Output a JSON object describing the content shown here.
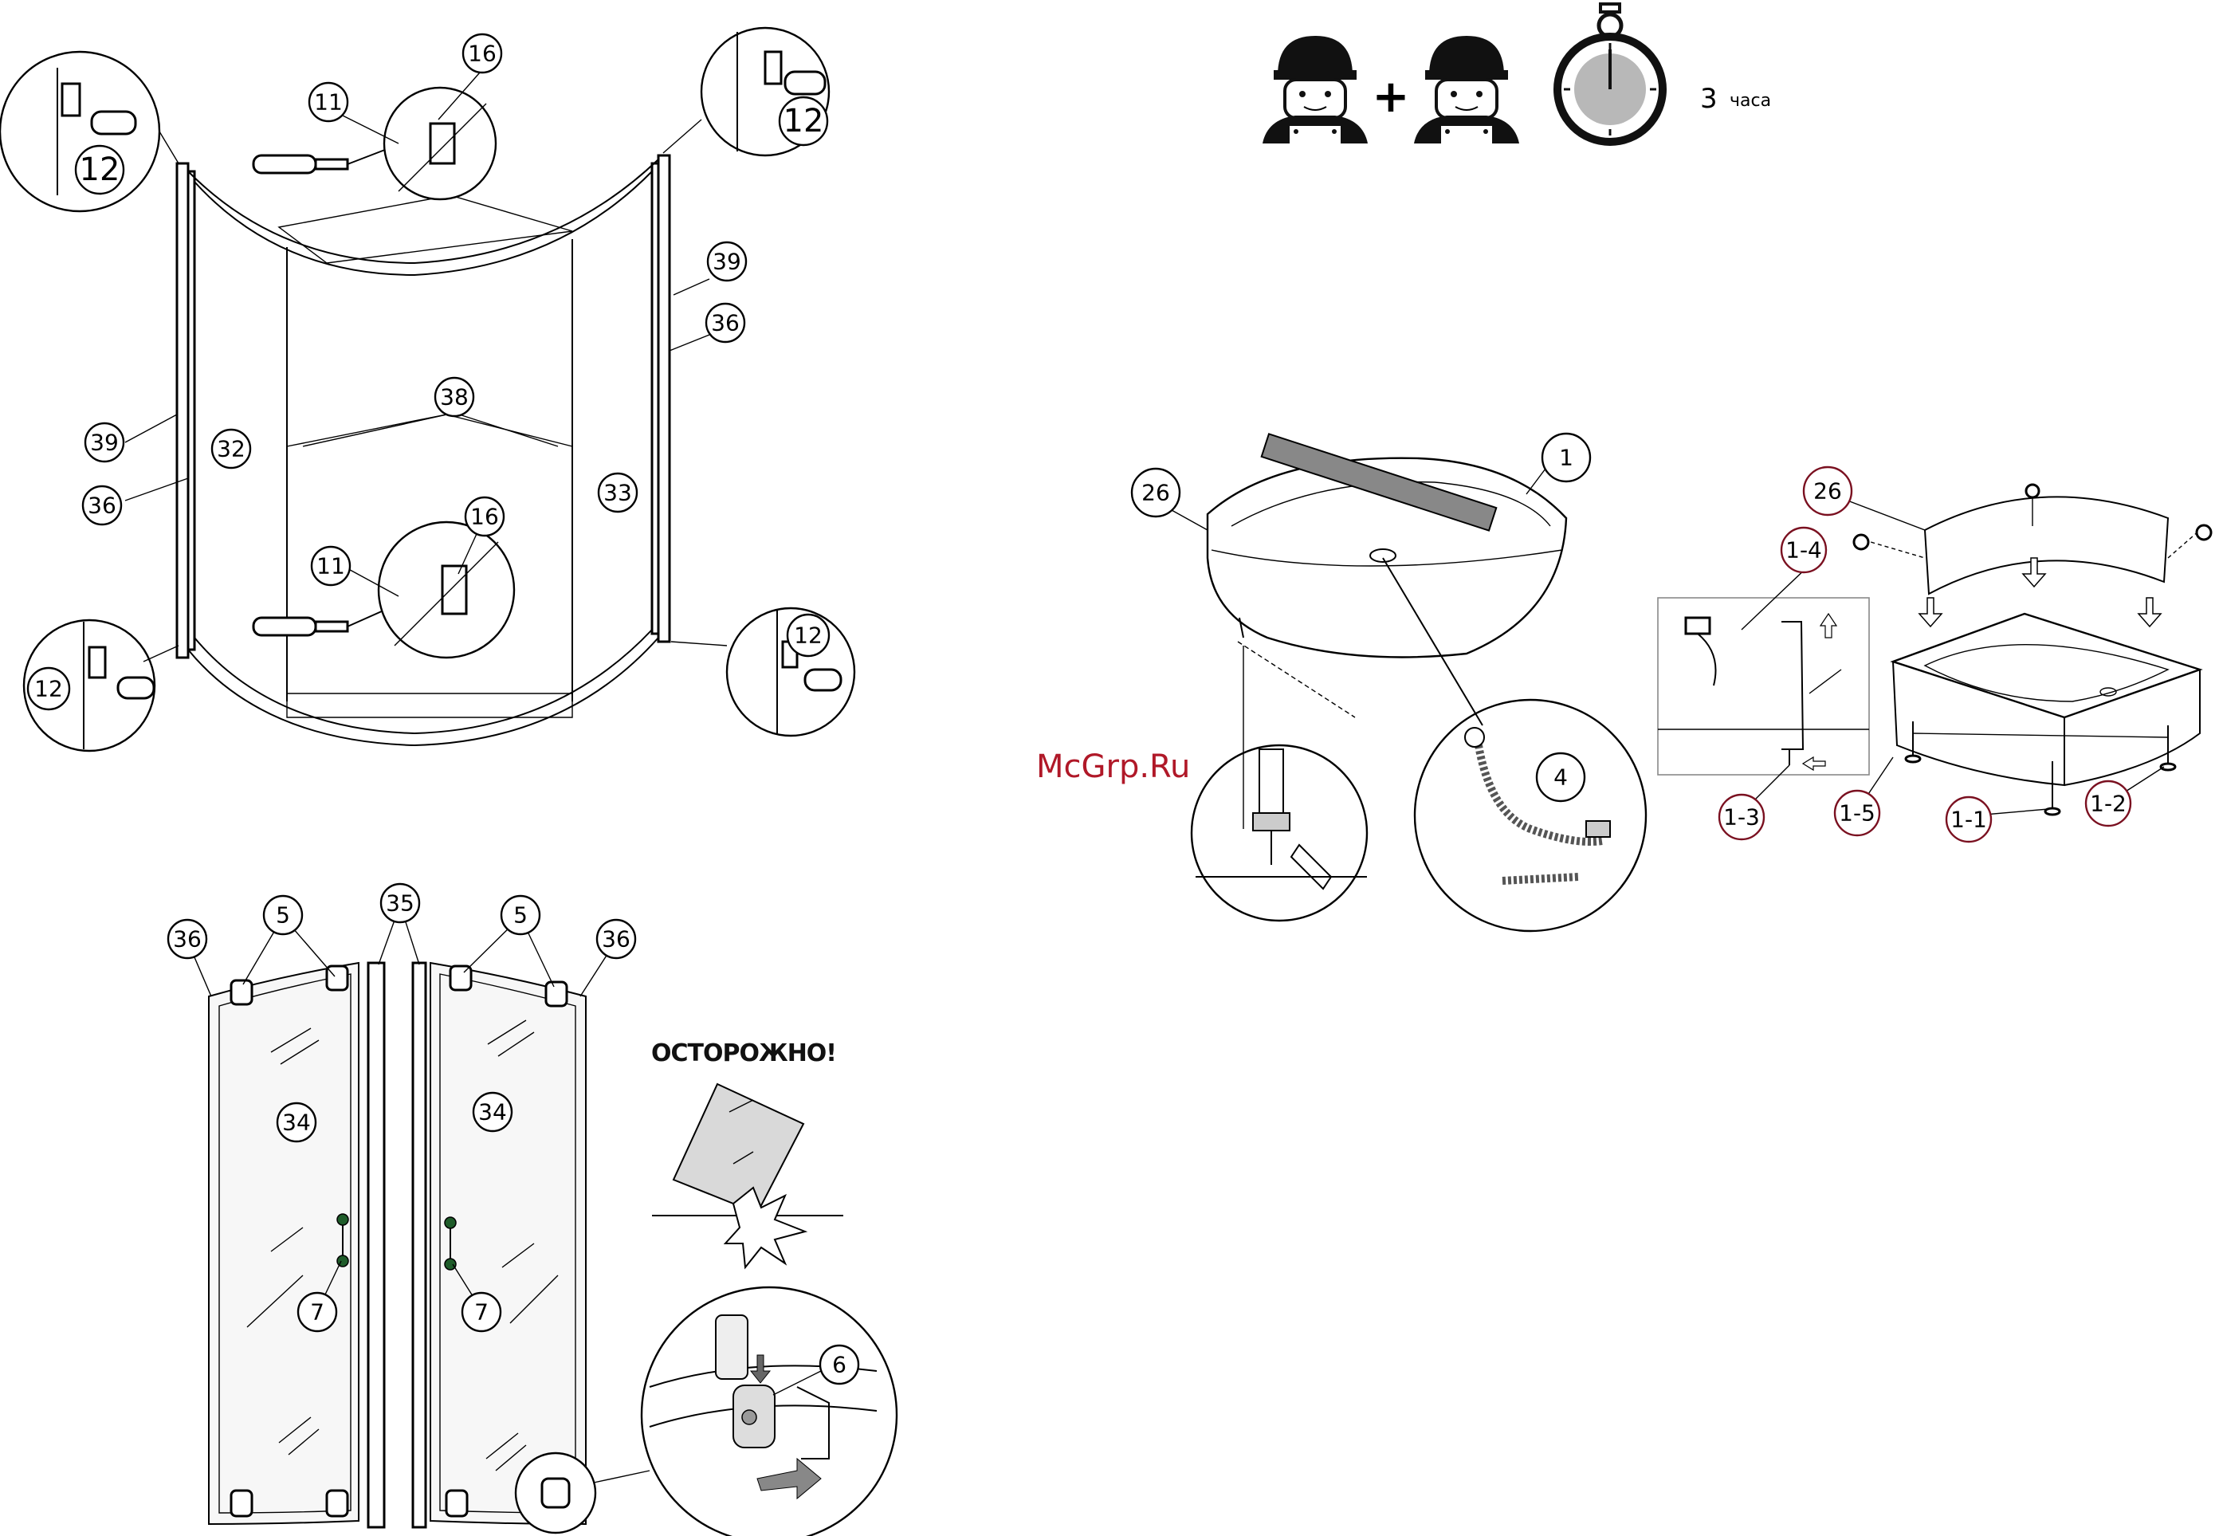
{
  "header": {
    "plus_sign": "+",
    "time_value": "3",
    "time_unit": "часа",
    "icons": [
      "worker-helmet-icon",
      "worker-helmet-icon",
      "stopwatch-icon"
    ]
  },
  "watermark": "McGrp.Ru",
  "caution_text": "ОСТОРОЖНО!",
  "colors": {
    "callout_red": "#7a1020",
    "watermark": "#b01828",
    "handle_green": "#1f5c2a"
  },
  "callouts": [
    "11",
    "16",
    "12",
    "12",
    "39",
    "36",
    "38",
    "32",
    "33",
    "39",
    "36",
    "11",
    "16",
    "12",
    "12",
    "36",
    "5",
    "35",
    "5",
    "36",
    "34",
    "34",
    "7",
    "7",
    "6",
    "26",
    "1",
    "4"
  ],
  "tray_callouts": [
    "26",
    "1-4",
    "1-3",
    "1-5",
    "1-1",
    "1-2"
  ]
}
